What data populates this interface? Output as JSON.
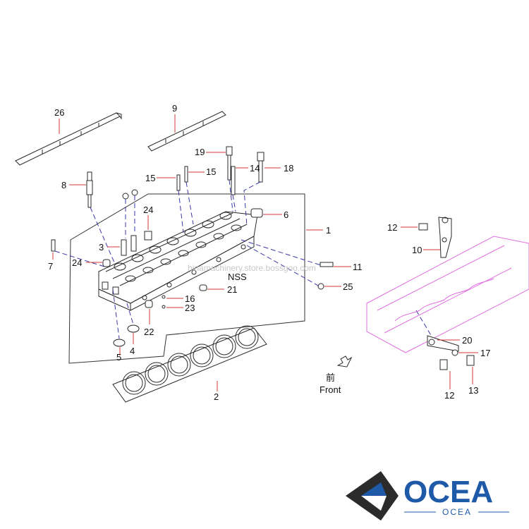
{
  "callouts": {
    "c26": "26",
    "c9": "9",
    "c19": "19",
    "c14": "14",
    "c18": "18",
    "c15a": "15",
    "c15b": "15",
    "c8": "8",
    "c24a": "24",
    "c6": "6",
    "c1": "1",
    "c3": "3",
    "c7": "7",
    "c24b": "24",
    "c11": "11",
    "cNSS": "NSS",
    "c21": "21",
    "c25": "25",
    "c16": "16",
    "c23": "23",
    "c22": "22",
    "c4": "4",
    "c5": "5",
    "c2": "2",
    "c12a": "12",
    "c10": "10",
    "c20": "20",
    "c17": "17",
    "c12b": "12",
    "c13": "13"
  },
  "front": {
    "cn": "前",
    "en": "Front"
  },
  "watermark": "hinamachinery.store.bossgoo.com",
  "logo": {
    "name": "OCEA",
    "sub": "OCEA",
    "colors": {
      "blue": "#1e5aa8",
      "dark": "#2b2b2b"
    }
  },
  "colors": {
    "leader": "#d23a3a",
    "dash": "#3a3aa8",
    "manifold": "#e070e0"
  }
}
